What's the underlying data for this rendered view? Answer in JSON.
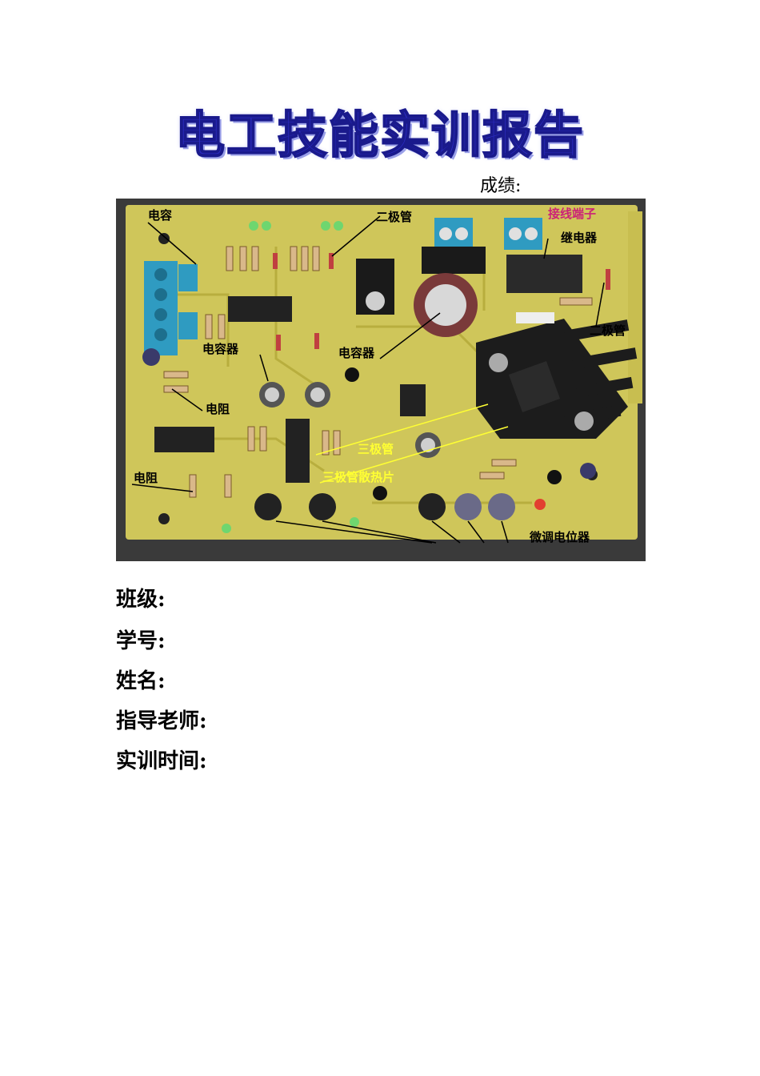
{
  "doc": {
    "title": "电工技能实训报告",
    "score_label": "成绩:"
  },
  "photo": {
    "labels": {
      "capacitor_top": "电容",
      "diode_top": "二极管",
      "terminal": "接线端子",
      "relay": "继电器",
      "diode_right": "二极管",
      "capacitor_left": "电容器",
      "capacitor_mid": "电容器",
      "resistor_mid": "电阻",
      "transistor": "三极管",
      "heatsink": "三极管散热片",
      "resistor_left": "电阻",
      "potentiometer": "微调电位器"
    },
    "colors": {
      "board": "#cfc65a",
      "terminal": "#2f9bc1",
      "label_dark": "#000000",
      "label_yellow": "#ffff33",
      "label_magenta": "#cc2277"
    }
  },
  "fields": {
    "class": "班级:",
    "student_id": "学号:",
    "name": "姓名:",
    "teacher": "指导老师:",
    "time": "实训时间:"
  }
}
